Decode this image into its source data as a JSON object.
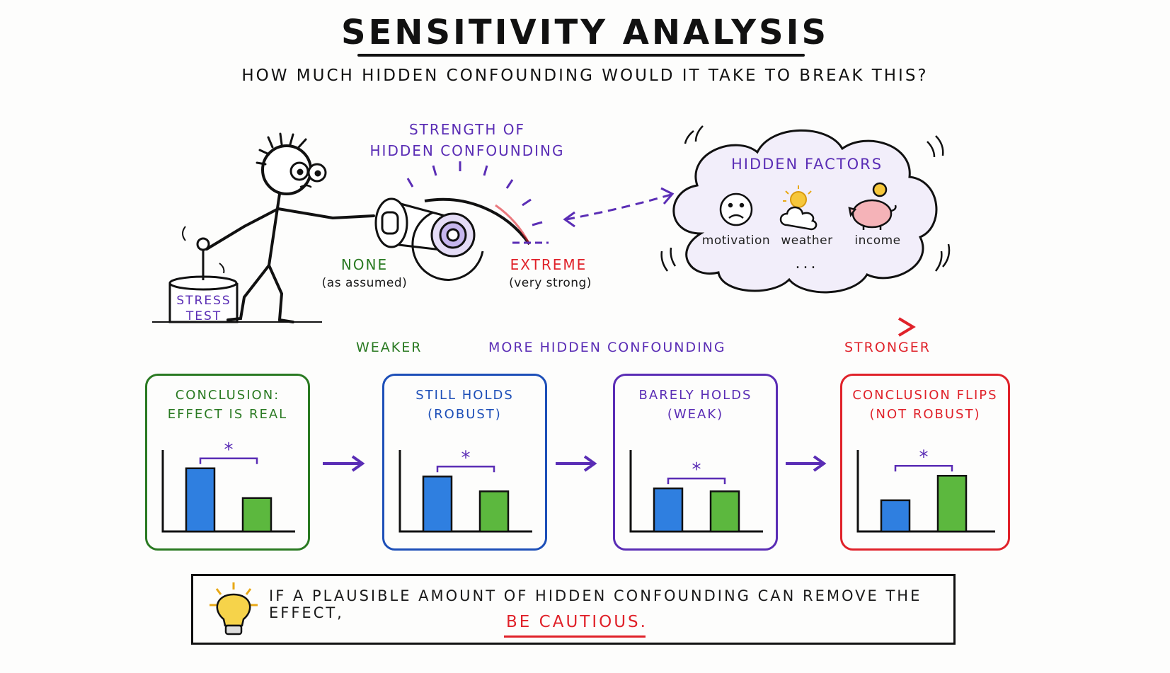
{
  "title": "SENSITIVITY ANALYSIS",
  "subtitle": "HOW MUCH HIDDEN CONFOUNDING WOULD IT TAKE TO BREAK THIS?",
  "gauge": {
    "title_line1": "STRENGTH OF",
    "title_line2": "HIDDEN CONFOUNDING",
    "min_label": "NONE",
    "min_sub": "(as assumed)",
    "max_label": "EXTREME",
    "max_sub": "(very strong)"
  },
  "stress_test": {
    "line1": "STRESS",
    "line2": "TEST"
  },
  "hidden_factors": {
    "title": "HIDDEN FACTORS",
    "items": [
      {
        "label": "motivation",
        "icon": "sad-face-icon"
      },
      {
        "label": "weather",
        "icon": "weather-cloud-sun-icon"
      },
      {
        "label": "income",
        "icon": "piggy-bank-icon"
      }
    ],
    "more": "..."
  },
  "scale": {
    "left": "WEAKER",
    "middle": "MORE HIDDEN CONFOUNDING",
    "right": "STRONGER"
  },
  "panels": [
    {
      "line1": "CONCLUSION:",
      "line2": "EFFECT IS REAL",
      "color": "#2a7a22",
      "blue_value": 0.85,
      "green_value": 0.45,
      "sig": "*"
    },
    {
      "line1": "STILL HOLDS",
      "line2": "(ROBUST)",
      "color": "#1d4fb8",
      "blue_value": 0.74,
      "green_value": 0.54,
      "sig": "*"
    },
    {
      "line1": "BARELY HOLDS",
      "line2": "(WEAK)",
      "color": "#5a2db5",
      "blue_value": 0.58,
      "green_value": 0.54,
      "sig": "*"
    },
    {
      "line1": "CONCLUSION FLIPS",
      "line2": "(NOT ROBUST)",
      "color": "#e0222a",
      "blue_value": 0.42,
      "green_value": 0.75,
      "sig": "*"
    }
  ],
  "takeaway": {
    "line1": "IF A PLAUSIBLE AMOUNT OF HIDDEN CONFOUNDING CAN REMOVE THE EFFECT,",
    "line2": "BE CAUTIOUS.",
    "icon": "lightbulb-icon"
  },
  "colors": {
    "blue_bar": "#2f7fe0",
    "green_bar": "#5cb83e",
    "accent_purple": "#5a2db5"
  }
}
